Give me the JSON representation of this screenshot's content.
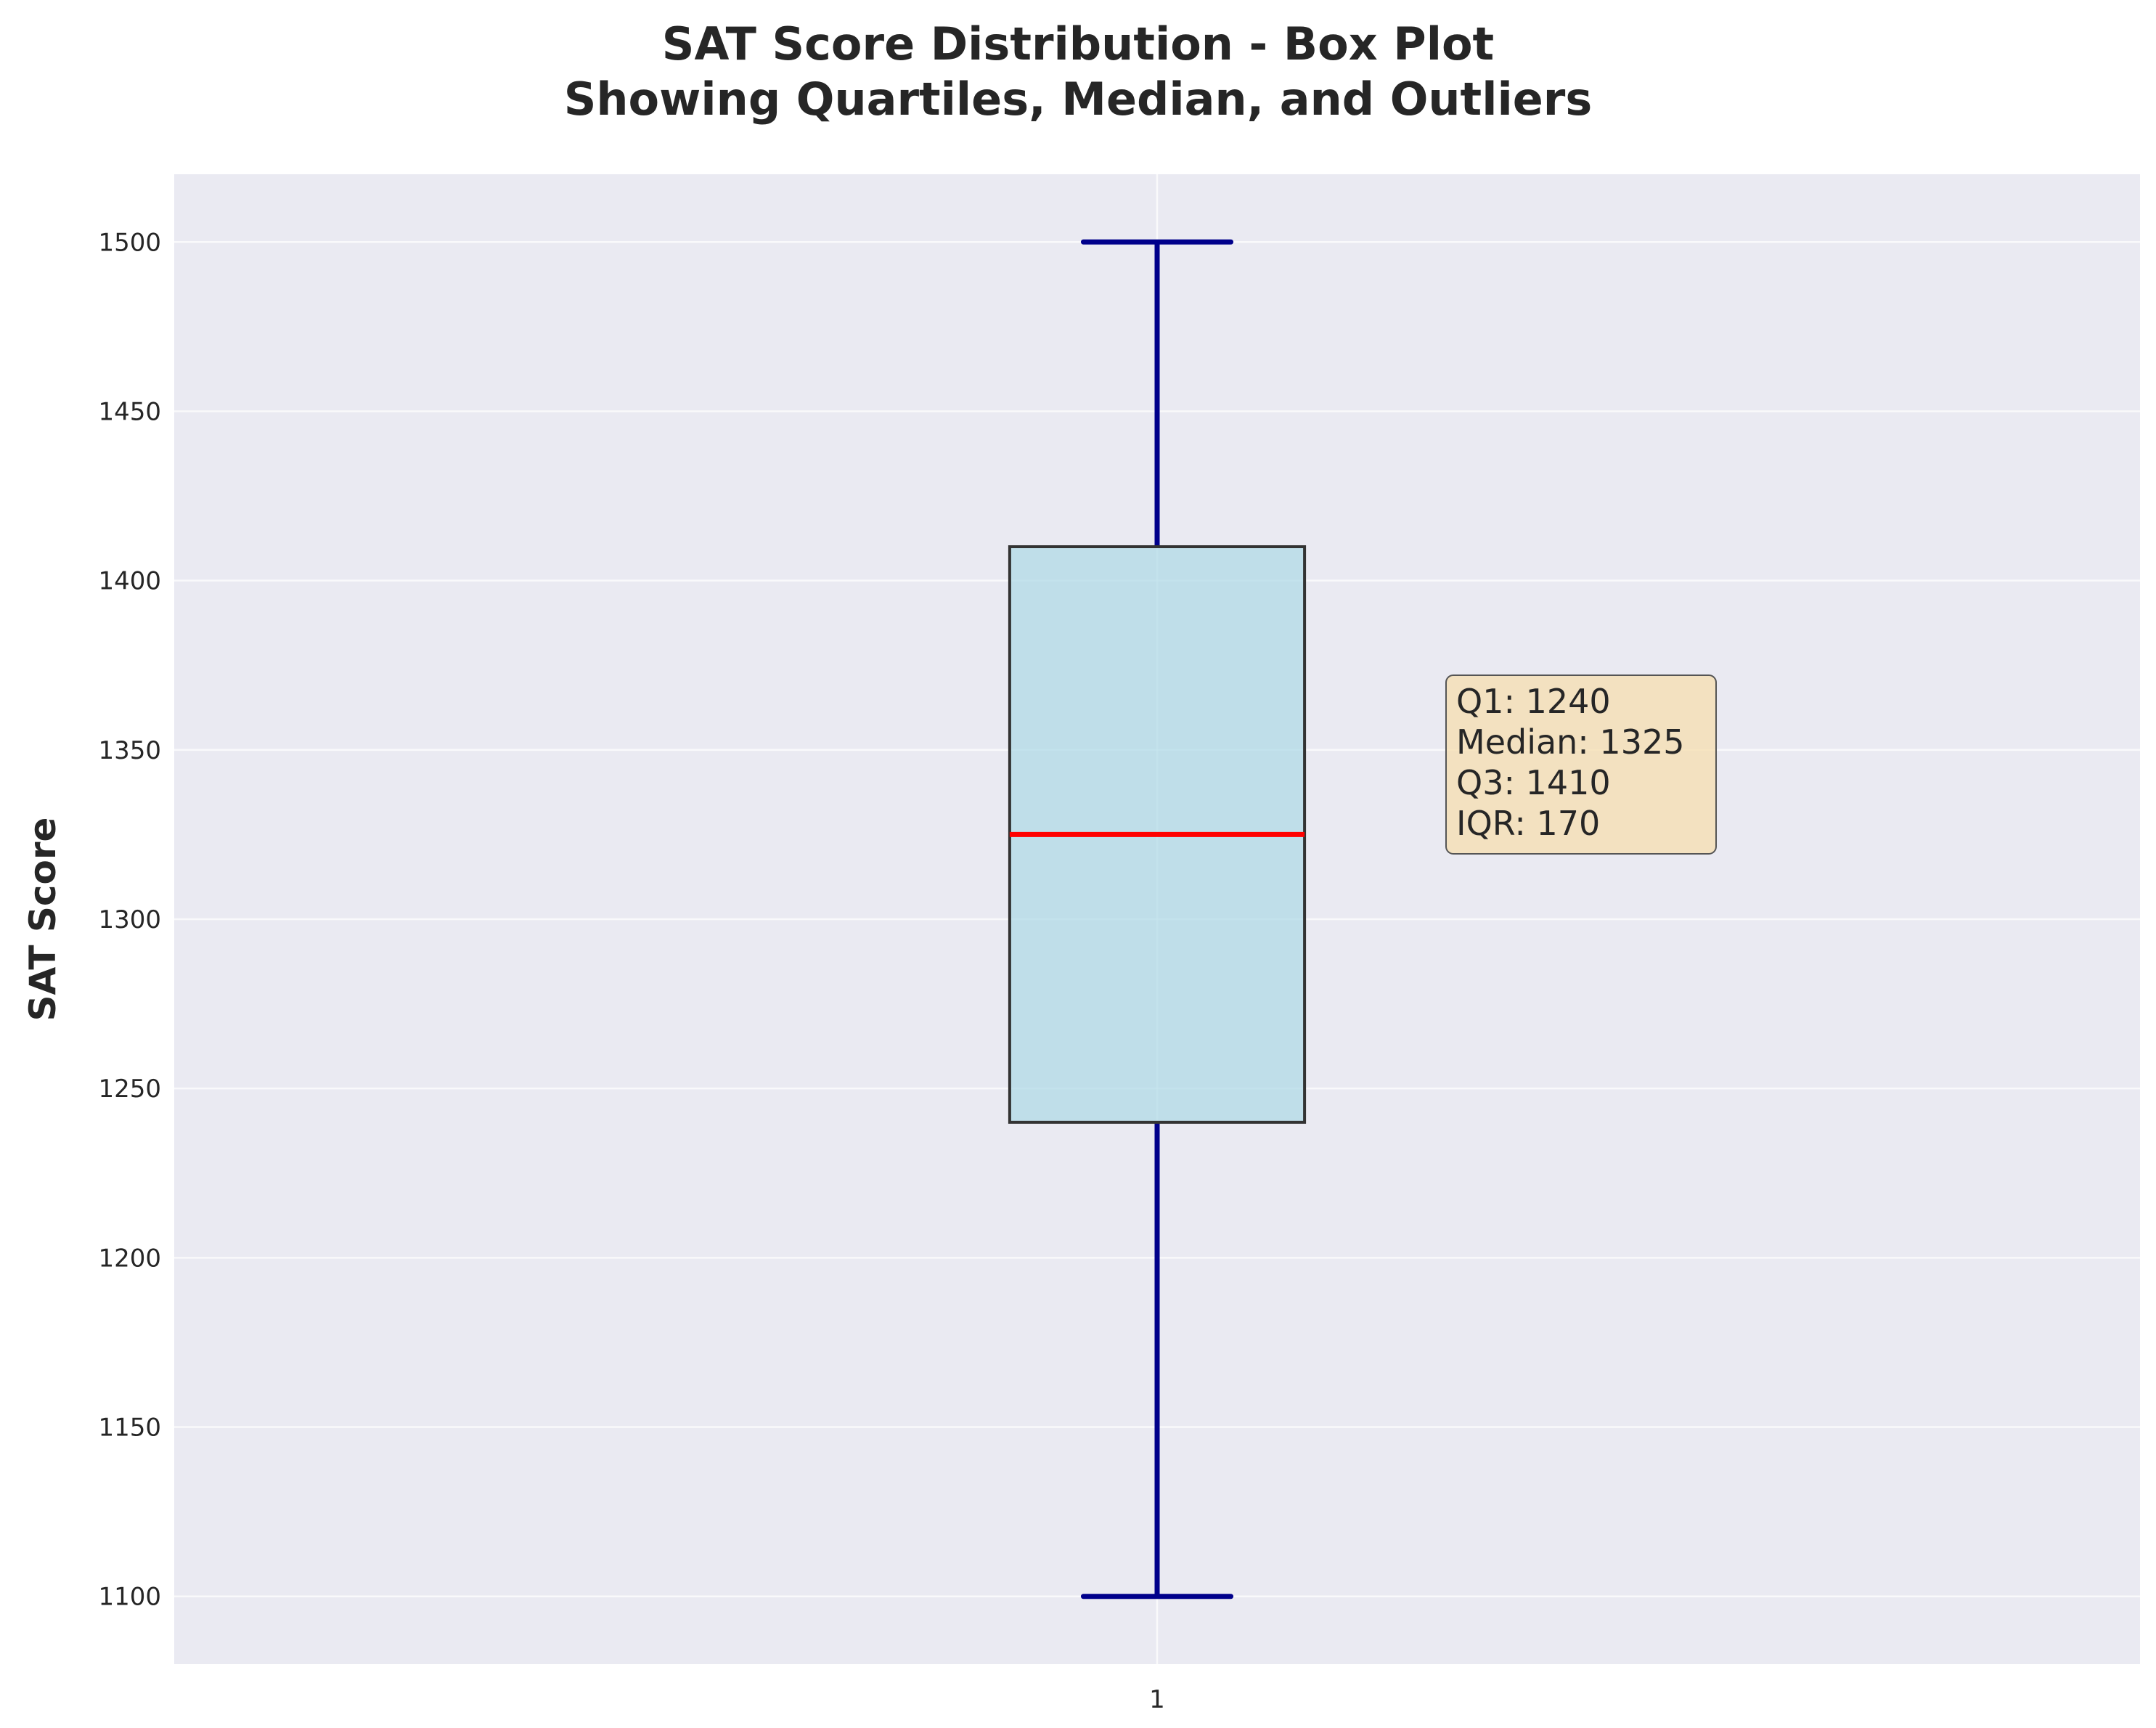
{
  "chart_data": {
    "type": "box",
    "title": [
      "SAT Score Distribution - Box Plot",
      "Showing Quartiles, Median, and Outliers"
    ],
    "xlabel": "",
    "ylabel": "SAT Score",
    "categories": [
      "1"
    ],
    "ylim": [
      1080,
      1520
    ],
    "yticks": [
      1100,
      1150,
      1200,
      1250,
      1300,
      1350,
      1400,
      1450,
      1500
    ],
    "grid": true,
    "boxes": [
      {
        "category": "1",
        "whisker_low": 1100,
        "q1": 1240,
        "median": 1325,
        "q3": 1410,
        "whisker_high": 1500,
        "outliers": []
      }
    ],
    "annotation": {
      "lines": [
        "Q1: 1240",
        "Median: 1325",
        "Q3: 1410",
        "IQR: 170"
      ]
    },
    "colors": {
      "background": "#eaeaf2",
      "grid": "#ffffff",
      "box_fill": "#add8e6",
      "box_edge": "#333333",
      "median": "#ff0000",
      "whisker": "#00008b",
      "annotation_fill": "#f5deb3"
    }
  }
}
